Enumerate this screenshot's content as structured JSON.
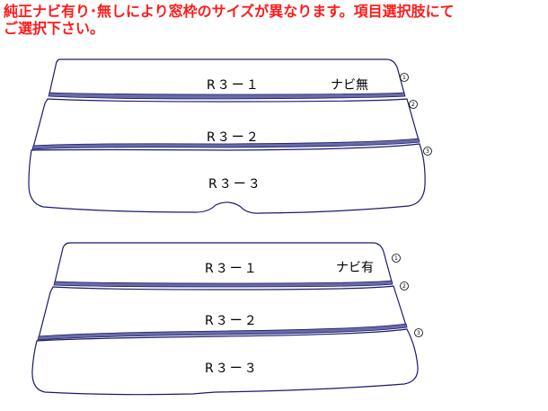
{
  "notice": {
    "line1": "純正ナビ有り･無しにより窓枠のサイズが異なります。項目選択肢にて",
    "line2": "ご選択下さい。"
  },
  "diagrams": {
    "without_navi": {
      "tag": "ナビ無",
      "pieces": [
        {
          "label": "R３ー１",
          "num": "1"
        },
        {
          "label": "R３ー２",
          "num": "2"
        },
        {
          "label": "R３ー３",
          "num": "3"
        }
      ]
    },
    "with_navi": {
      "tag": "ナビ有",
      "pieces": [
        {
          "label": "R３ー１",
          "num": "1"
        },
        {
          "label": "R３ー２",
          "num": "2"
        },
        {
          "label": "R３ー３",
          "num": "3"
        }
      ]
    }
  },
  "colors": {
    "notice": "#ff1a1a",
    "outline": "#1a1a6e",
    "band": "#6a6aa8"
  }
}
